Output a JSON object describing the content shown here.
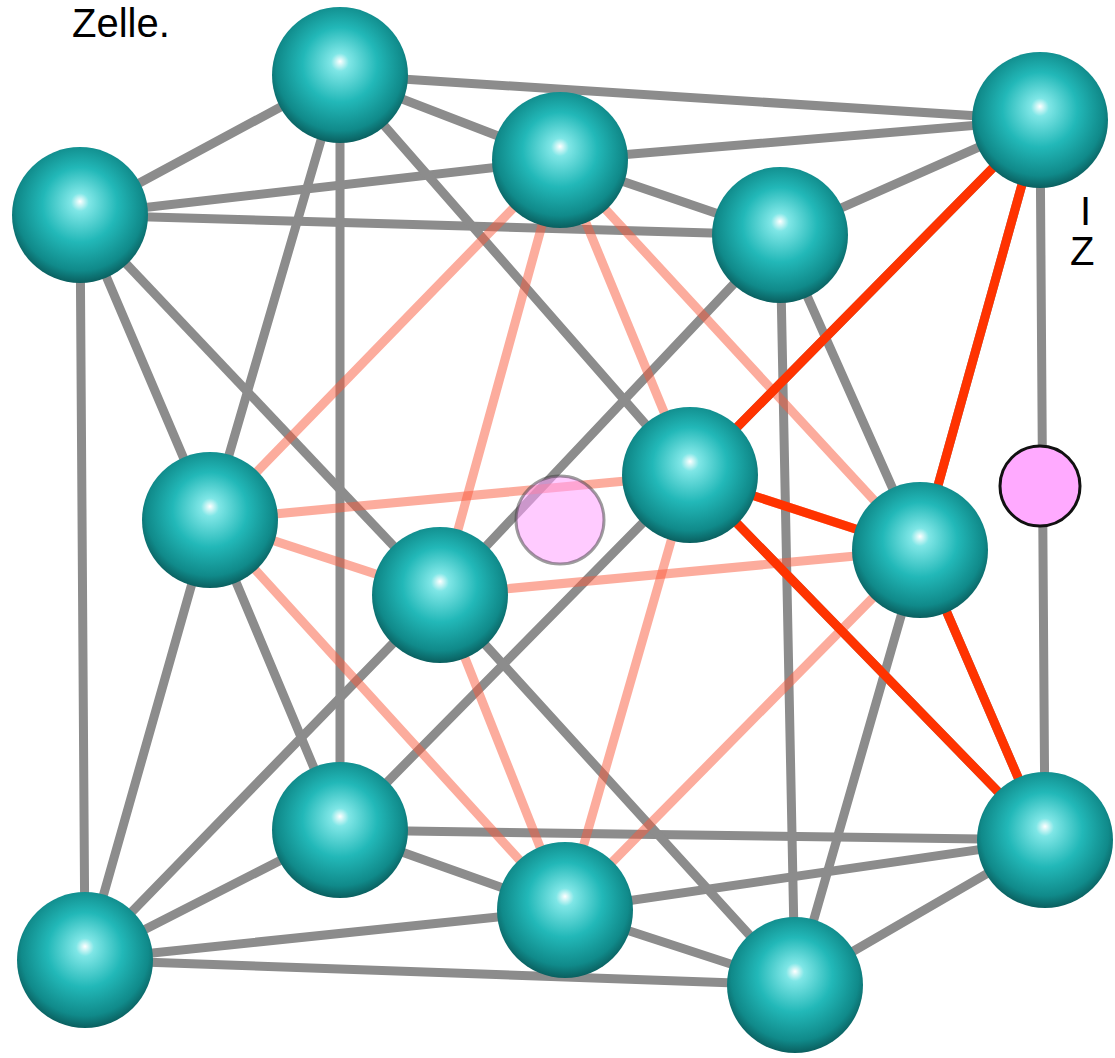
{
  "diagram": {
    "labels": [
      "Zelle.",
      "I",
      "Z"
    ]
  }
}
